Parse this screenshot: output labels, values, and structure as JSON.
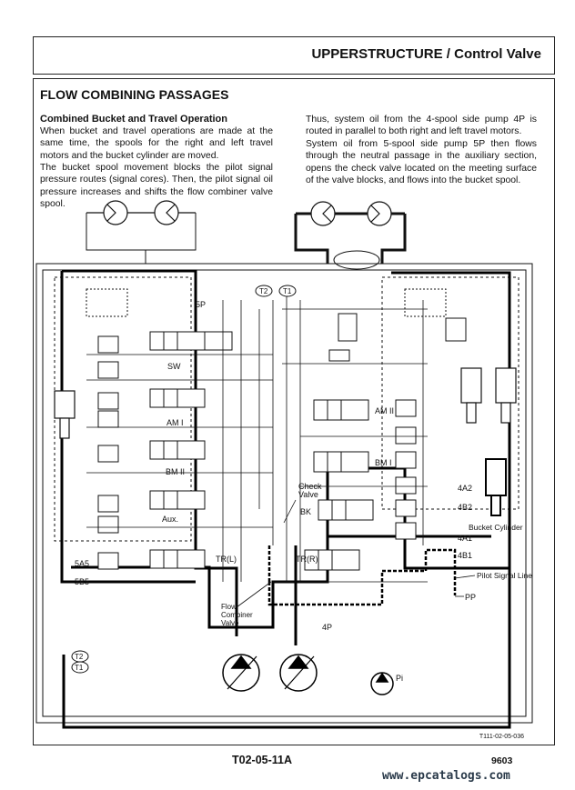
{
  "header": {
    "title": "UPPERSTRUCTURE / Control Valve"
  },
  "section": {
    "title": "FLOW COMBINING PASSAGES",
    "subtitle": "Combined Bucket and Travel Operation",
    "paragraphs": [
      "When bucket and travel operations are made at the same time, the spools for the right and left travel motors and the bucket cylinder are moved.",
      "The bucket spool movement blocks the pilot signal pressure routes (signal cores). Then, the pilot signal oil pressure increases and shifts the flow combiner valve spool.",
      "Thus, system oil from the 4-spool side pump 4P is routed in parallel to both right and left travel motors.",
      "System oil from 5-spool side pump 5P then flows through the neutral passage in the auxiliary section, opens the check valve located on the meeting surface of the valve blocks, and flows into the bucket spool."
    ]
  },
  "diagram": {
    "labels": {
      "p5": "5P",
      "t2_top": "T2",
      "t1_top": "T1",
      "sw": "SW",
      "am1": "AM I",
      "am2": "AM II",
      "bm2": "BM II",
      "bm1": "BM I",
      "aux": "Aux.",
      "check_valve_1": "Check",
      "check_valve_2": "Valve",
      "bk": "BK",
      "trl": "TR(L)",
      "trr": "TR(R)",
      "a5": "5A5",
      "b5": "5B5",
      "a42": "4A2",
      "b42": "4B2",
      "a41": "4A1",
      "b41": "4B1",
      "bucket_cylinder": "Bucket Cylinder",
      "pilot_signal_line": "Pilot Signal Line",
      "pp": "PP",
      "flow_combiner_1": "Flow",
      "flow_combiner_2": "Combiner",
      "flow_combiner_3": "Valve",
      "p4": "4P",
      "t2_bottom": "T2",
      "t1_bottom": "T1",
      "pi": "Pi"
    }
  },
  "footer": {
    "figure_id": "T111-02-05-036",
    "caption": "T02-05-11A",
    "page_number": "9603",
    "watermark": "www.epcatalogs.com"
  }
}
